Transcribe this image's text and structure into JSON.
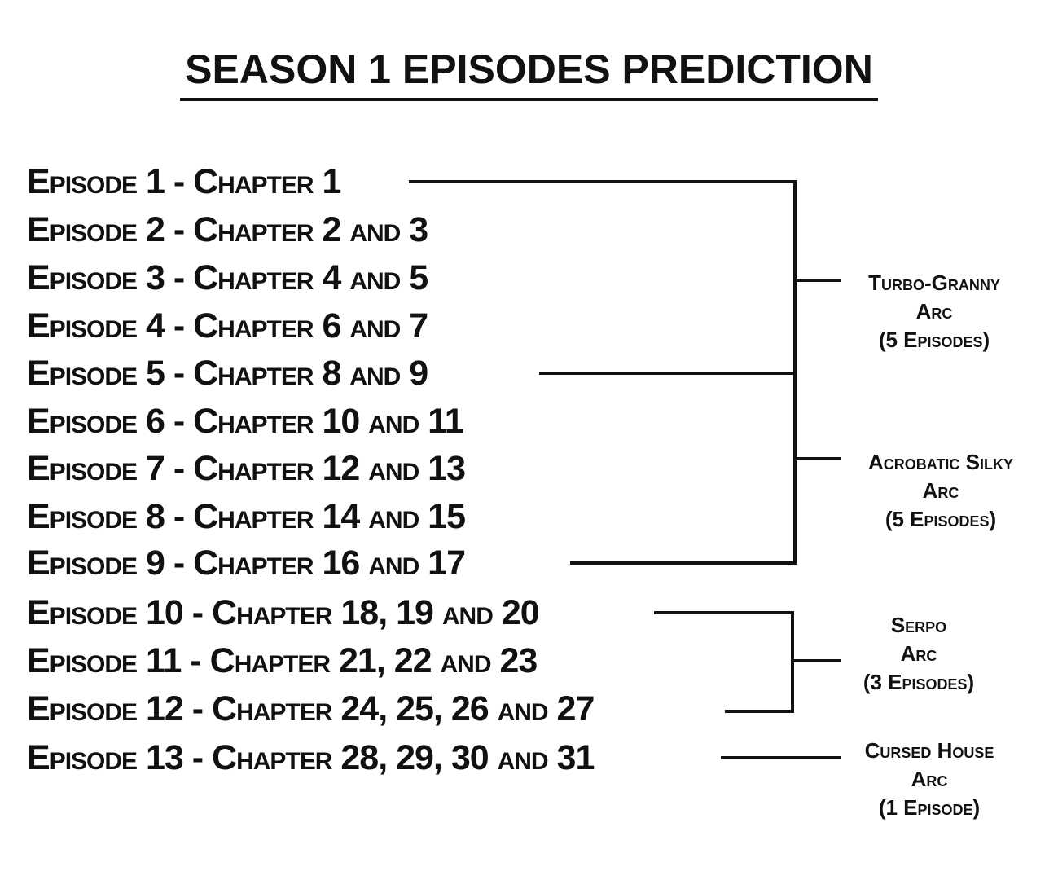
{
  "title": "SEASON 1 EPISODES PREDICTION",
  "colors": {
    "ink": "#111111",
    "background": "#ffffff"
  },
  "episodes": [
    "Episode 1 - Chapter 1",
    "Episode 2 - Chapter 2 and 3",
    "Episode 3 - Chapter 4 and 5",
    "Episode 4 - Chapter 6 and 7",
    "Episode 5 - Chapter 8 and 9",
    "Episode 6 - Chapter 10 and 11",
    "Episode 7 - Chapter 12 and 13",
    "Episode 8 - Chapter 14 and 15",
    "Episode 9 - Chapter 16 and 17",
    "Episode 10 - Chapter 18, 19 and 20",
    "Episode 11 - Chapter 21, 22 and 23",
    "Episode 12 - Chapter 24, 25, 26 and 27",
    "Episode 13 - Chapter 28, 29, 30 and 31"
  ],
  "arcs": [
    {
      "lines": [
        "Turbo-Granny",
        "Arc",
        "(5 Episodes)"
      ]
    },
    {
      "lines": [
        "Acrobatic Silky",
        "Arc",
        "(5 Episodes)"
      ]
    },
    {
      "lines": [
        "Serpo",
        "Arc",
        "(3 Episodes)"
      ]
    },
    {
      "lines": [
        "Cursed House",
        "Arc",
        "(1 Episode)"
      ]
    }
  ]
}
